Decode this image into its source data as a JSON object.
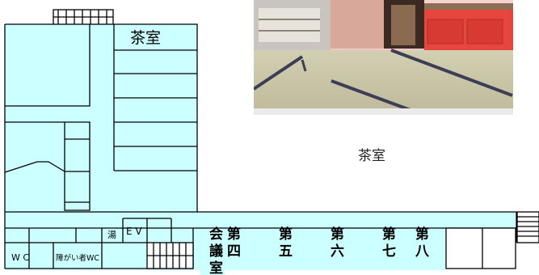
{
  "labels": {
    "tea_room_plan": "茶室",
    "tea_room_caption": "茶室",
    "wc": "W C",
    "accessible_wc": "障がい者WC",
    "hot_water": "湯",
    "elevator": "E V"
  },
  "halls": {
    "kaigishitsu": [
      "会",
      "議",
      "室"
    ],
    "dai4": [
      "第",
      "四"
    ],
    "dai5": [
      "第",
      "五"
    ],
    "dai6": [
      "第",
      "六"
    ],
    "dai7": [
      "第",
      "七"
    ],
    "dai8": [
      "第",
      "八"
    ]
  },
  "colors": {
    "floor": "#ccffff",
    "tatami": "#c9c6a6",
    "wall_pink": "#f3c4c6",
    "cabinet": "#e8453c"
  }
}
